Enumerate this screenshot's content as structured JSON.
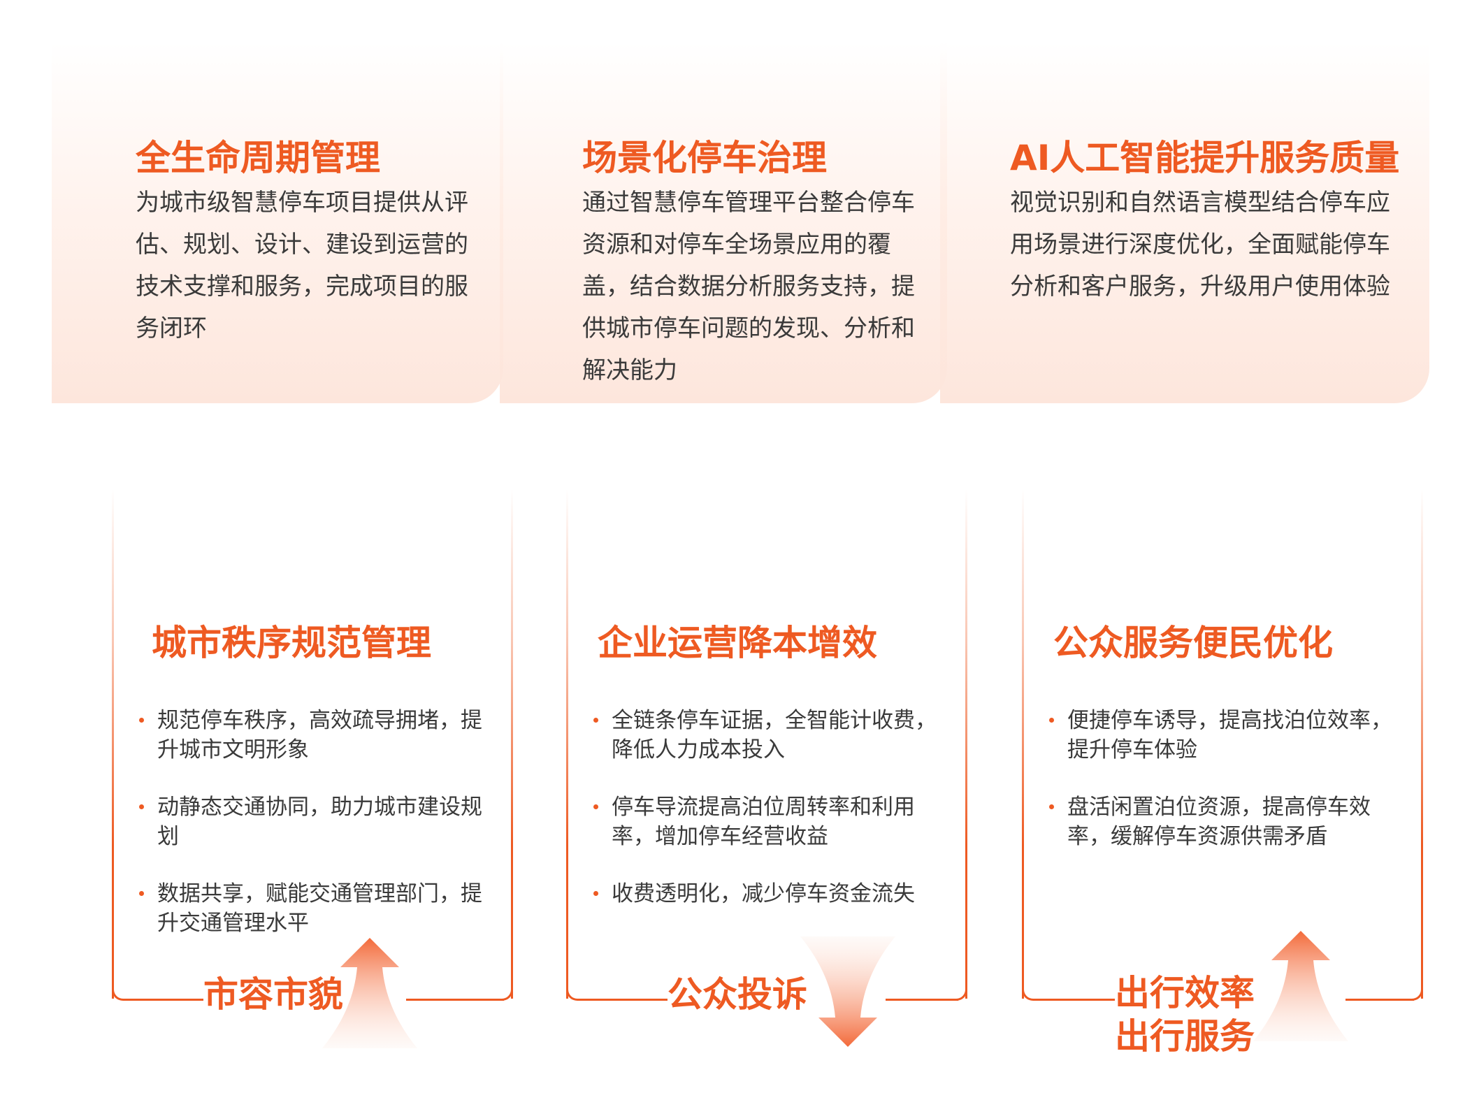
{
  "colors": {
    "accent": "#ee5a22",
    "text": "#3a3a3a",
    "card_tint": "#fde6dc"
  },
  "cards": [
    {
      "title": "全生命周期管理",
      "desc": "为城市级智慧停车项目提供从评估、规划、设计、建设到运营的技术支撑和服务，完成项目的服务闭环"
    },
    {
      "title": "场景化停车治理",
      "desc": "通过智慧停车管理平台整合停车资源和对停车全场景应用的覆盖，结合数据分析服务支持，提供城市停车问题的发现、分析和解决能力"
    },
    {
      "title": "AI人工智能提升服务质量",
      "desc": "视觉识别和自然语言模型结合停车应用场景进行深度优化，全面赋能停车分析和客户服务，升级用户使用体验"
    }
  ],
  "panels": [
    {
      "title": "城市秩序规范管理",
      "items": [
        "规范停车秩序，高效疏导拥堵，提升城市文明形象",
        "动静态交通协同，助力城市建设规划",
        "数据共享，赋能交通管理部门，提升交通管理水平"
      ],
      "footer": [
        "市容市貌"
      ],
      "arrow": "up-arrow-icon"
    },
    {
      "title": "企业运营降本增效",
      "items": [
        "全链条停车证据，全智能计收费，降低人力成本投入",
        "停车导流提高泊位周转率和利用率，增加停车经营收益",
        "收费透明化，减少停车资金流失"
      ],
      "footer": [
        "公众投诉"
      ],
      "arrow": "down-arrow-icon"
    },
    {
      "title": "公众服务便民优化",
      "items": [
        "便捷停车诱导，提高找泊位效率，提升停车体验",
        "盘活闲置泊位资源，提高停车效率，缓解停车资源供需矛盾"
      ],
      "footer": [
        "出行效率",
        "出行服务"
      ],
      "arrow": "up-arrow-icon"
    }
  ]
}
